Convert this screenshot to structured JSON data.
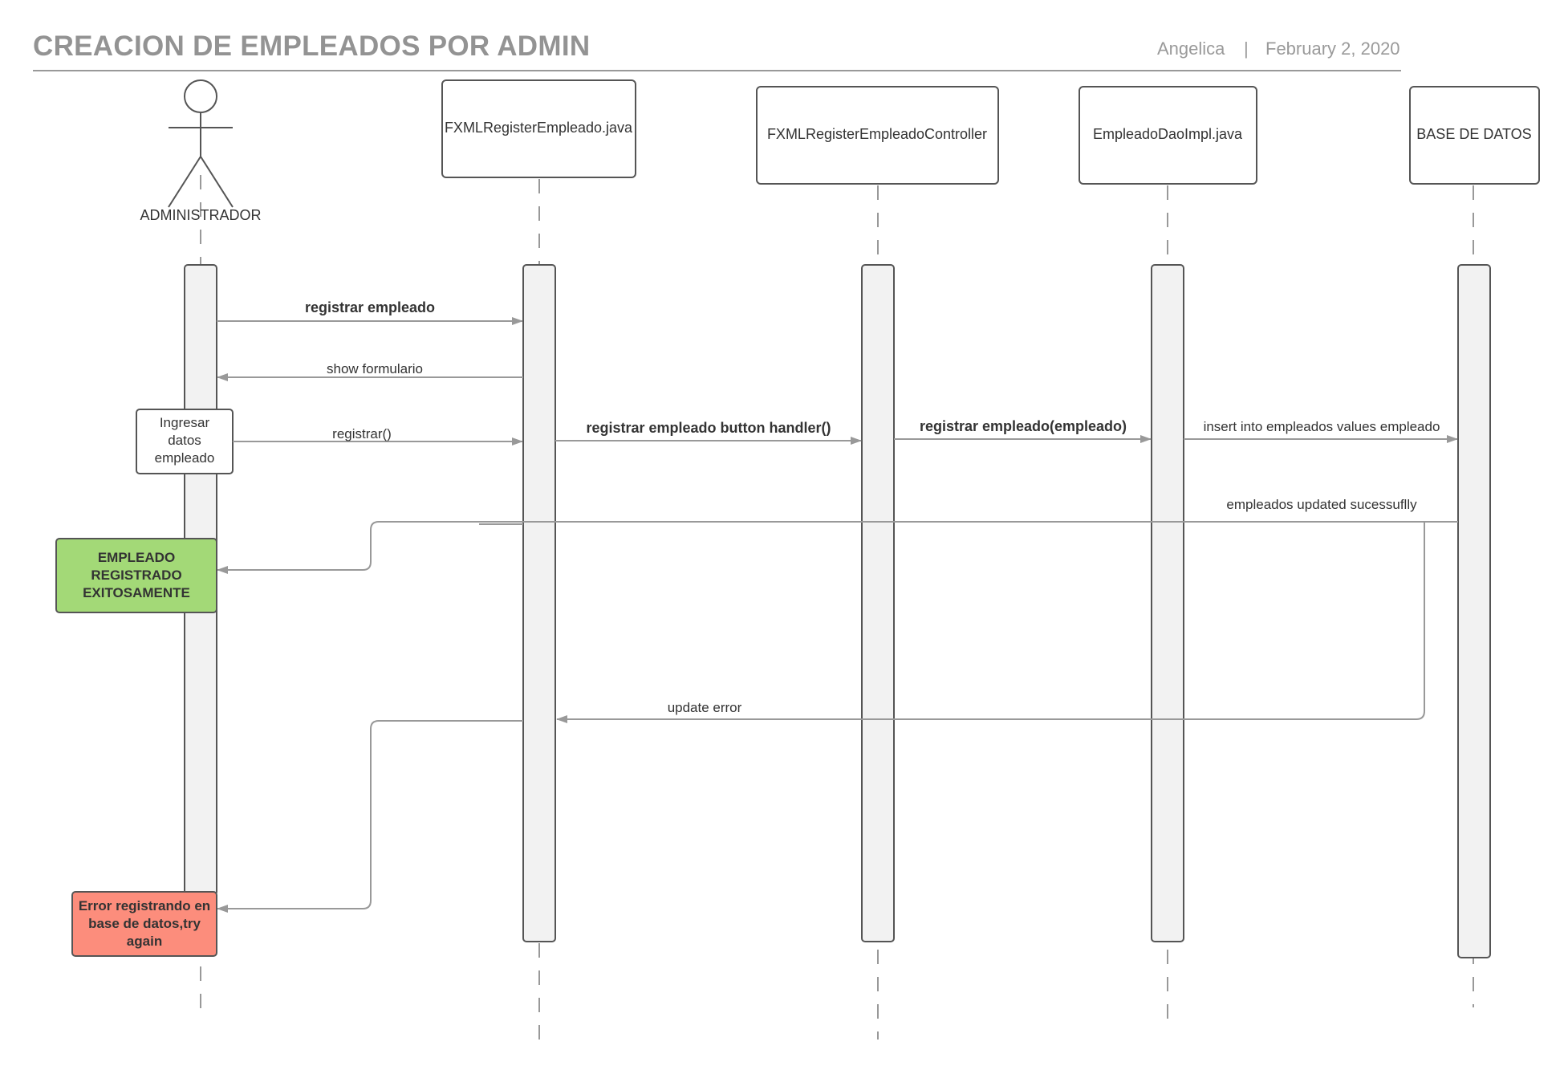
{
  "header": {
    "title": "CREACION DE EMPLEADOS POR ADMIN",
    "author": "Angelica",
    "separator": "|",
    "date": "February 2, 2020"
  },
  "actor": {
    "label": "ADMINISTRADOR"
  },
  "participants": [
    {
      "id": "fxml",
      "label": "FXMLRegisterEmpleado.java"
    },
    {
      "id": "controller",
      "label": "FXMLRegisterEmpleadoController"
    },
    {
      "id": "dao",
      "label": "EmpleadoDaoImpl.java"
    },
    {
      "id": "db",
      "label": "BASE DE DATOS"
    }
  ],
  "notes": {
    "input": [
      "Ingresar",
      "datos",
      "empleado"
    ],
    "success": [
      "EMPLEADO",
      "REGISTRADO",
      "EXITOSAMENTE"
    ],
    "error": [
      "Error registrando en",
      "base de datos,try",
      "again"
    ]
  },
  "messages": {
    "registrar_empleado": "registrar empleado",
    "show_formulario": "show formulario",
    "registrar": "registrar()",
    "button_handler": "registrar empleado button handler()",
    "registrar_empleado_param": "registrar empleado(empleado)",
    "insert": "insert into empleados values empleado",
    "updated": "empleados updated sucessuflly",
    "update_error": "update error"
  },
  "colors": {
    "success_fill": "#a3d977",
    "error_fill": "#fc8d7c",
    "activation_fill": "#f2f2f2",
    "line": "#999999",
    "title": "#939393"
  }
}
